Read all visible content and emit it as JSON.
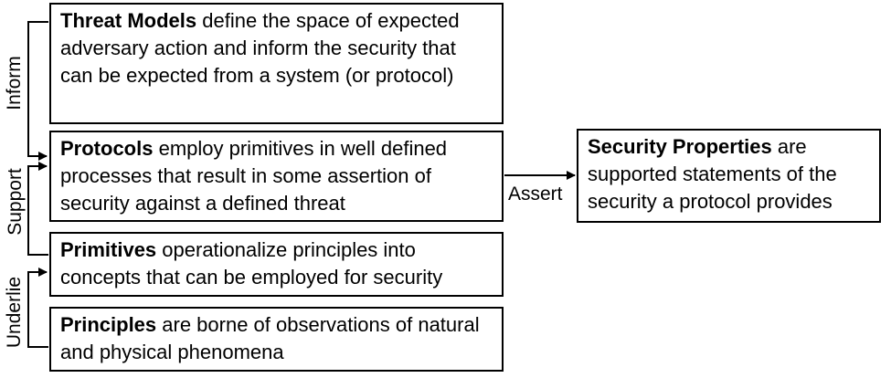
{
  "boxes": {
    "threat_models": {
      "term": "Threat Models",
      "text": " define the space of expected adversary action and inform the security that can be expected from a system (or protocol)"
    },
    "protocols": {
      "term": "Protocols",
      "text": " employ primitives in well defined processes that result in some assertion of security against a defined threat"
    },
    "primitives": {
      "term": "Primitives",
      "text": " operationalize principles into concepts that can be employed for security"
    },
    "principles": {
      "term": "Principles",
      "text": " are borne of observations of natural and physical phenomena"
    },
    "security_properties": {
      "term": "Security Properties",
      "text": " are supported statements of the security a protocol provides"
    }
  },
  "edges": {
    "inform": "Inform",
    "support": "Support",
    "underlie": "Underlie",
    "assert": "Assert"
  }
}
